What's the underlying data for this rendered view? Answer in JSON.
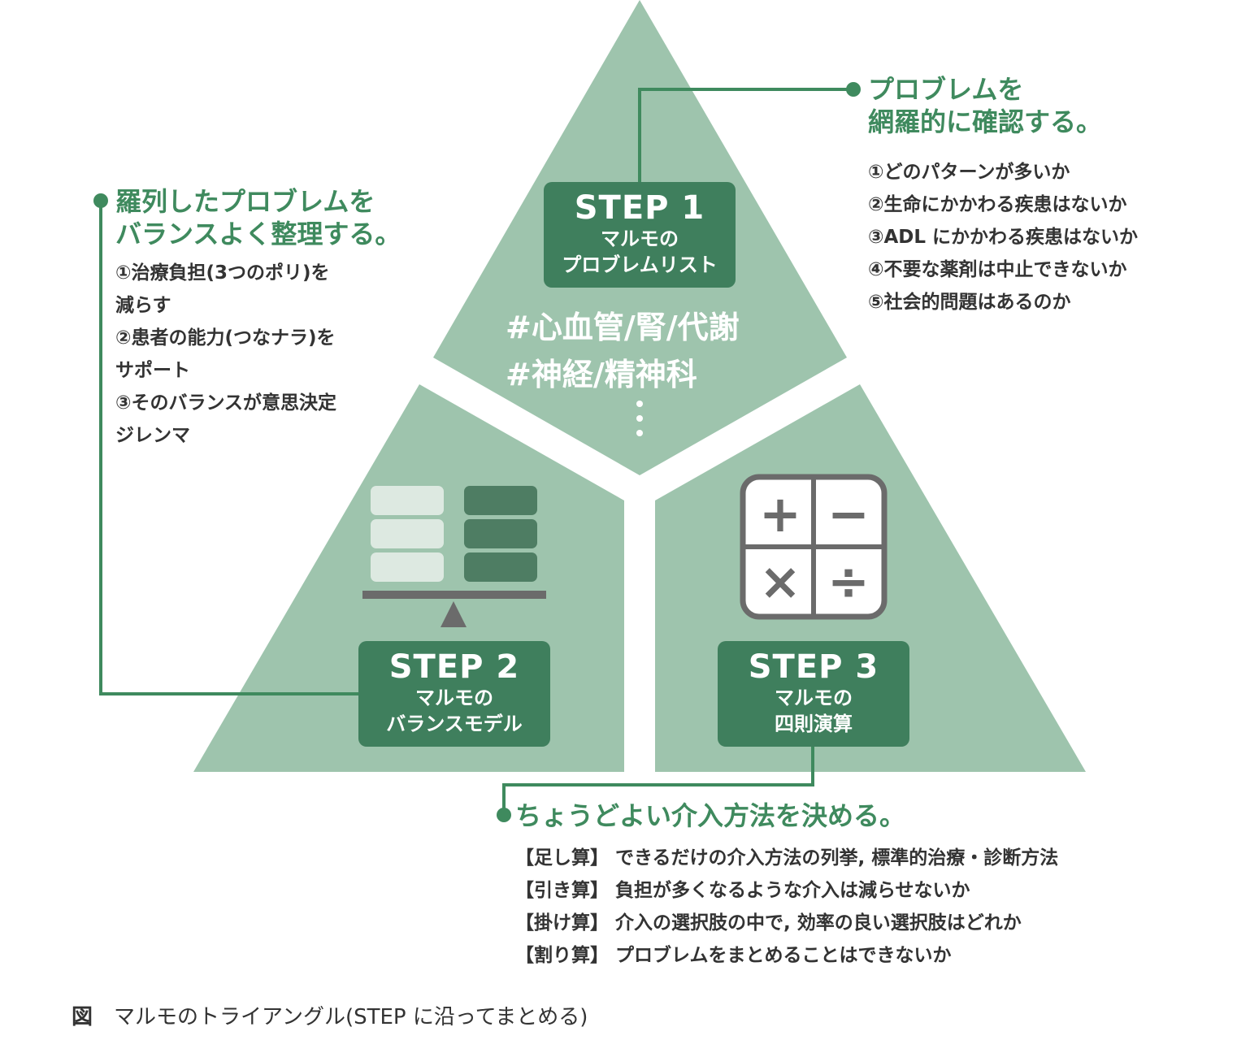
{
  "colors": {
    "triangle_fill": "#9ec4ad",
    "accent_green": "#3f8a5e",
    "step_box": "#3f7f5d",
    "text": "#333333",
    "icon_gray": "#6b6b6b"
  },
  "step1": {
    "title": "STEP 1",
    "line1": "マルモの",
    "line2": "プロブレムリスト"
  },
  "step2": {
    "title": "STEP 2",
    "line1": "マルモの",
    "line2": "バランスモデル"
  },
  "step3": {
    "title": "STEP 3",
    "line1": "マルモの",
    "line2": "四則演算"
  },
  "top_tags": {
    "line1": "#心血管/腎/代謝",
    "line2": "#神経/精神科"
  },
  "right_panel": {
    "heading_line1": "プロブレムを",
    "heading_line2": "網羅的に確認する。",
    "items": [
      "①どのパターンが多いか",
      "②生命にかかわる疾患はないか",
      "③ADL にかかわる疾患はないか",
      "④不要な薬剤は中止できないか",
      "⑤社会的問題はあるのか"
    ]
  },
  "left_panel": {
    "heading_line1": "羅列したプロブレムを",
    "heading_line2": "バランスよく整理する。",
    "item1_a": "①治療負担(3つのポリ)を",
    "item1_b": "減らす",
    "item2_a": "②患者の能力(つなナラ)を",
    "item2_b": "サポート",
    "item3_a": "③そのバランスが意思決定",
    "item3_b": "ジレンマ"
  },
  "bottom_panel": {
    "heading": "ちょうどよい介入方法を決める。",
    "items": [
      {
        "label": "【足し算】",
        "text": "できるだけの介入方法の列挙, 標準的治療・診断方法"
      },
      {
        "label": "【引き算】",
        "text": "負担が多くなるような介入は減らせないか"
      },
      {
        "label": "【掛け算】",
        "text": "介入の選択肢の中で, 効率の良い選択肢はどれか"
      },
      {
        "label": "【割り算】",
        "text": "プロブレムをまとめることはできないか"
      }
    ]
  },
  "calculator_symbols": {
    "plus": "+",
    "minus": "−",
    "times": "×",
    "divide": "÷"
  },
  "icons": {
    "balance": "balance-scale-icon",
    "calculator": "calculator-icon",
    "more": "vertical-ellipsis-icon"
  },
  "caption": {
    "label": "図",
    "text": "マルモのトライアングル(STEP に沿ってまとめる)"
  }
}
